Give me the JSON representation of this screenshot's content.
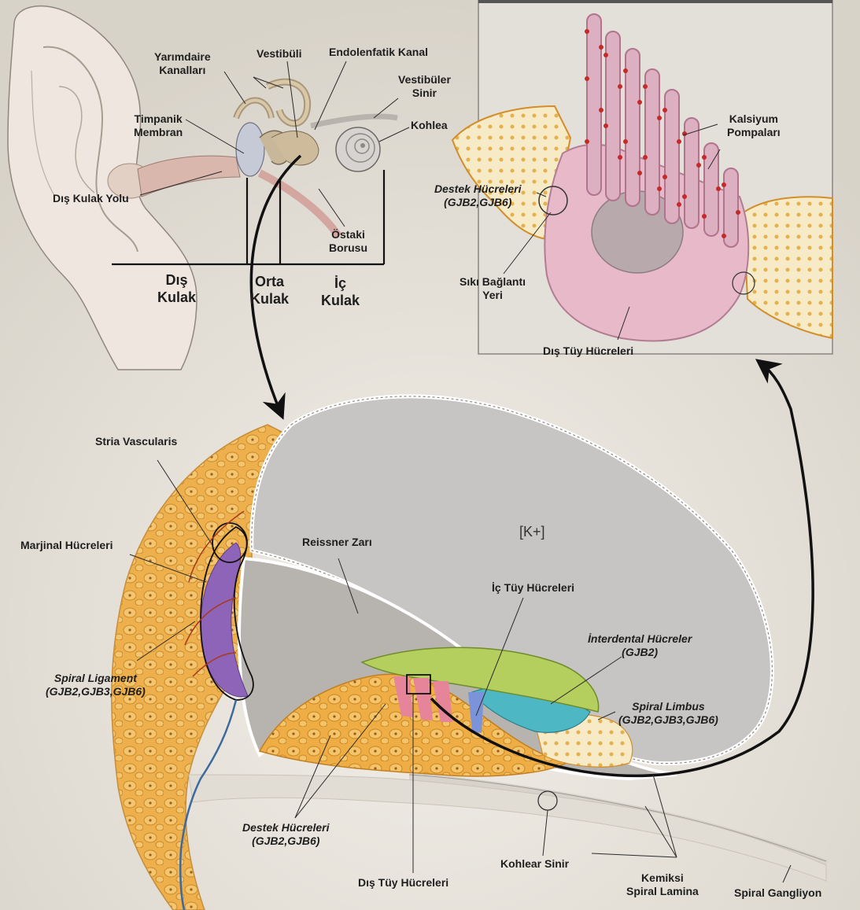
{
  "labels": {
    "yarimdaire": [
      "Yarımdaire",
      "Kanalları"
    ],
    "vestibuli": "Vestibüli",
    "endolenfatik": "Endolenfatik Kanal",
    "vestibuler_sinir": [
      "Vestibüler",
      "Sinir"
    ],
    "timpanik": [
      "Timpanik",
      "Membran"
    ],
    "kohlea": "Kohlea",
    "dis_kulak_yolu": "Dış Kulak Yolu",
    "ostaki": [
      "Östaki",
      "Borusu"
    ],
    "dis_kulak": [
      "Dış",
      "Kulak"
    ],
    "orta_kulak": [
      "Orta",
      "Kulak"
    ],
    "ic_kulak": [
      "İç",
      "Kulak"
    ],
    "kalsiyum": [
      "Kalsiyum",
      "Pompaları"
    ],
    "destek_top": [
      "Destek Hücreleri",
      "(GJB2,GJB6)"
    ],
    "siki_baglanti": [
      "Sıkı Bağlantı",
      "Yeri"
    ],
    "dis_tuy_top": "Dış Tüy Hücreleri",
    "stria": "Stria Vascularis",
    "marjinal": "Marjinal Hücreleri",
    "reissner": "Reissner Zarı",
    "k_plus": "[K+]",
    "ic_tuy": "İç Tüy Hücreleri",
    "interdental": [
      "İnterdental Hücreler",
      "(GJB2)"
    ],
    "spiral_ligament": [
      "Spiral Ligament",
      "(GJB2,GJB3,GJB6)"
    ],
    "spiral_limbus": [
      "Spiral Limbus",
      "(GJB2,GJB3,GJB6)"
    ],
    "destek_bottom": [
      "Destek Hücreleri",
      "(GJB2,GJB6)"
    ],
    "dis_tuy_bottom": "Dış Tüy Hücreleri",
    "kohlear_sinir": "Kohlear Sinir",
    "kemiksi": [
      "Kemiksi",
      "Spiral Lamina"
    ],
    "spiral_gangliyon": "Spiral Gangliyon"
  },
  "colors": {
    "background": "#e6e2da",
    "tectorial": "#b5cf5e",
    "stria": "#8d64b8",
    "supporting_cells": "#eeae45",
    "interdental": "#4db8c4",
    "hair_cell_pink": "#e6849a",
    "inner_hair_blue": "#7b93d8",
    "cochlea_duct": "#c7c5c3",
    "hair_cell_inset": "#e7b9c9",
    "calcium_pump": "#c52a2a"
  }
}
